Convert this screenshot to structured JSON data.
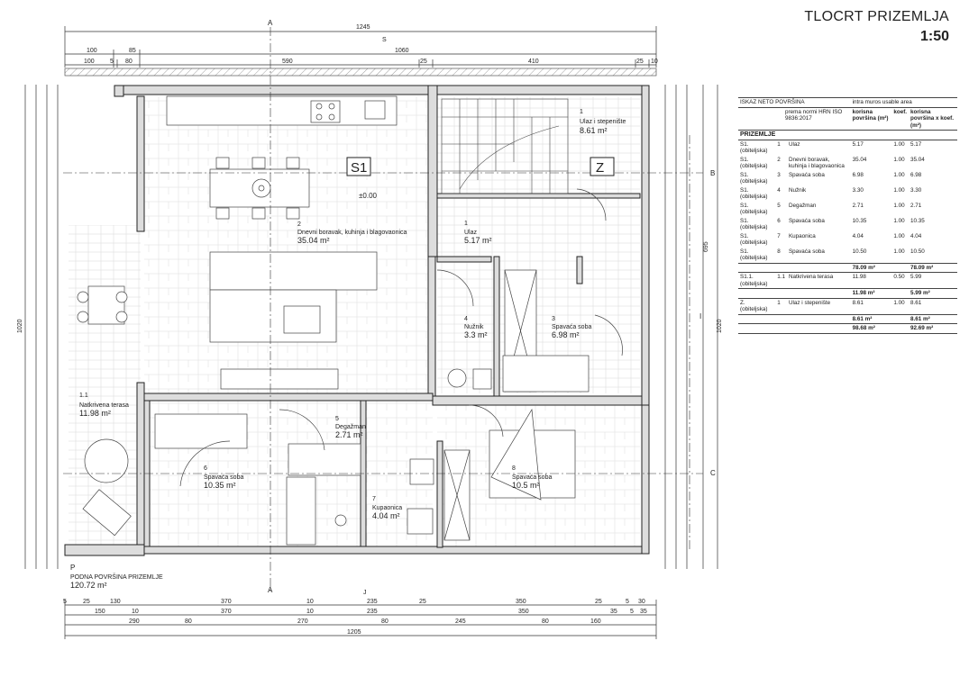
{
  "title": "TLOCRT PRIZEMLJA",
  "scale": "1:50",
  "rooms": [
    {
      "num": "1",
      "name": "Ulaz i stepenište",
      "area": "8.61 m²"
    },
    {
      "num": "2",
      "name": "Dnevni boravak, kuhinja i blagovaonica",
      "area": "35.04 m²"
    },
    {
      "num": "1",
      "name": "Ulaz",
      "area": "5.17 m²"
    },
    {
      "num": "4",
      "name": "Nužnik",
      "area": "3.3 m²"
    },
    {
      "num": "3",
      "name": "Spavaća soba",
      "area": "6.98 m²"
    },
    {
      "num": "1.1",
      "name": "Natkrivena terasa",
      "area": "11.98 m²"
    },
    {
      "num": "5",
      "name": "Degažman",
      "area": "2.71 m²"
    },
    {
      "num": "6",
      "name": "Spavaća soba",
      "area": "10.35 m²"
    },
    {
      "num": "7",
      "name": "Kupaonica",
      "area": "4.04 m²"
    },
    {
      "num": "8",
      "name": "Spavaća soba",
      "area": "10.5 m²"
    }
  ],
  "unit_tags": {
    "s1": "S1",
    "z": "Z"
  },
  "level": "±0.00",
  "floor_area": {
    "label": "PODNA POVRŠINA PRIZEMLJE",
    "value": "120.72 m²"
  },
  "section_marks": {
    "A": "A",
    "B": "B",
    "C": "C",
    "I": "I",
    "S": "S",
    "J": "J",
    "P": "P"
  },
  "dims": {
    "top_total": "1245",
    "top_row1": [
      "100",
      "85",
      "1060"
    ],
    "top_row2": [
      "100",
      "5",
      "80",
      "590",
      "25",
      "410",
      "25",
      "10"
    ],
    "bottom_row1": [
      "5",
      "25",
      "130",
      "370",
      "10",
      "235",
      "25",
      "350",
      "25",
      "5",
      "30"
    ],
    "bottom_row2": [
      "150",
      "10",
      "370",
      "10",
      "235",
      "350",
      "35",
      "5",
      "35"
    ],
    "bottom_row3": [
      "290",
      "80",
      "270",
      "80",
      "245",
      "80",
      "160"
    ],
    "bottom_total": "1205",
    "left_total": "1020",
    "right_total": "1020",
    "right_mid": "695"
  },
  "table": {
    "header_title": "ISKAZ NETO POVRŠINA",
    "header_note": "intra muros usable area",
    "col_norm": "prema normi HRN ISO 9836:2017",
    "col_area": "korisna površina (m²)",
    "col_coef": "koef.",
    "col_total": "korisna površina x koef.(m²)",
    "section": "PRIZEMLJE",
    "rows": [
      {
        "unit": "S1. (obiteljska)",
        "n": "1",
        "room": "Ulaz",
        "a": "5.17",
        "k": "1.00",
        "t": "5.17"
      },
      {
        "unit": "S1. (obiteljska)",
        "n": "2",
        "room": "Dnevni boravak, kuhinja i blagovaonica",
        "a": "35.04",
        "k": "1.00",
        "t": "35.04"
      },
      {
        "unit": "S1. (obiteljska)",
        "n": "3",
        "room": "Spavaća soba",
        "a": "6.98",
        "k": "1.00",
        "t": "6.98"
      },
      {
        "unit": "S1. (obiteljska)",
        "n": "4",
        "room": "Nužnik",
        "a": "3.30",
        "k": "1.00",
        "t": "3.30"
      },
      {
        "unit": "S1. (obiteljska)",
        "n": "5",
        "room": "Degažman",
        "a": "2.71",
        "k": "1.00",
        "t": "2.71"
      },
      {
        "unit": "S1. (obiteljska)",
        "n": "6",
        "room": "Spavaća soba",
        "a": "10.35",
        "k": "1.00",
        "t": "10.35"
      },
      {
        "unit": "S1. (obiteljska)",
        "n": "7",
        "room": "Kupaonica",
        "a": "4.04",
        "k": "1.00",
        "t": "4.04"
      },
      {
        "unit": "S1. (obiteljska)",
        "n": "8",
        "room": "Spavaća soba",
        "a": "10.50",
        "k": "1.00",
        "t": "10.50"
      }
    ],
    "sub1": {
      "a": "78.09 m²",
      "t": "78.09 m²"
    },
    "terrace": {
      "unit": "S1.1. (obiteljska)",
      "n": "1.1",
      "room": "Natkrivena terasa",
      "a": "11.98",
      "k": "0.50",
      "t": "5.99"
    },
    "sub2": {
      "a": "11.98 m²",
      "t": "5.99 m²"
    },
    "z_row": {
      "unit": "Z. (obiteljska)",
      "n": "1",
      "room": "Ulaz i stepenište",
      "a": "8.61",
      "k": "1.00",
      "t": "8.61"
    },
    "sub3": {
      "a": "8.61 m²",
      "t": "8.61 m²"
    },
    "total": {
      "a": "98.68 m²",
      "t": "92.69 m²"
    }
  }
}
